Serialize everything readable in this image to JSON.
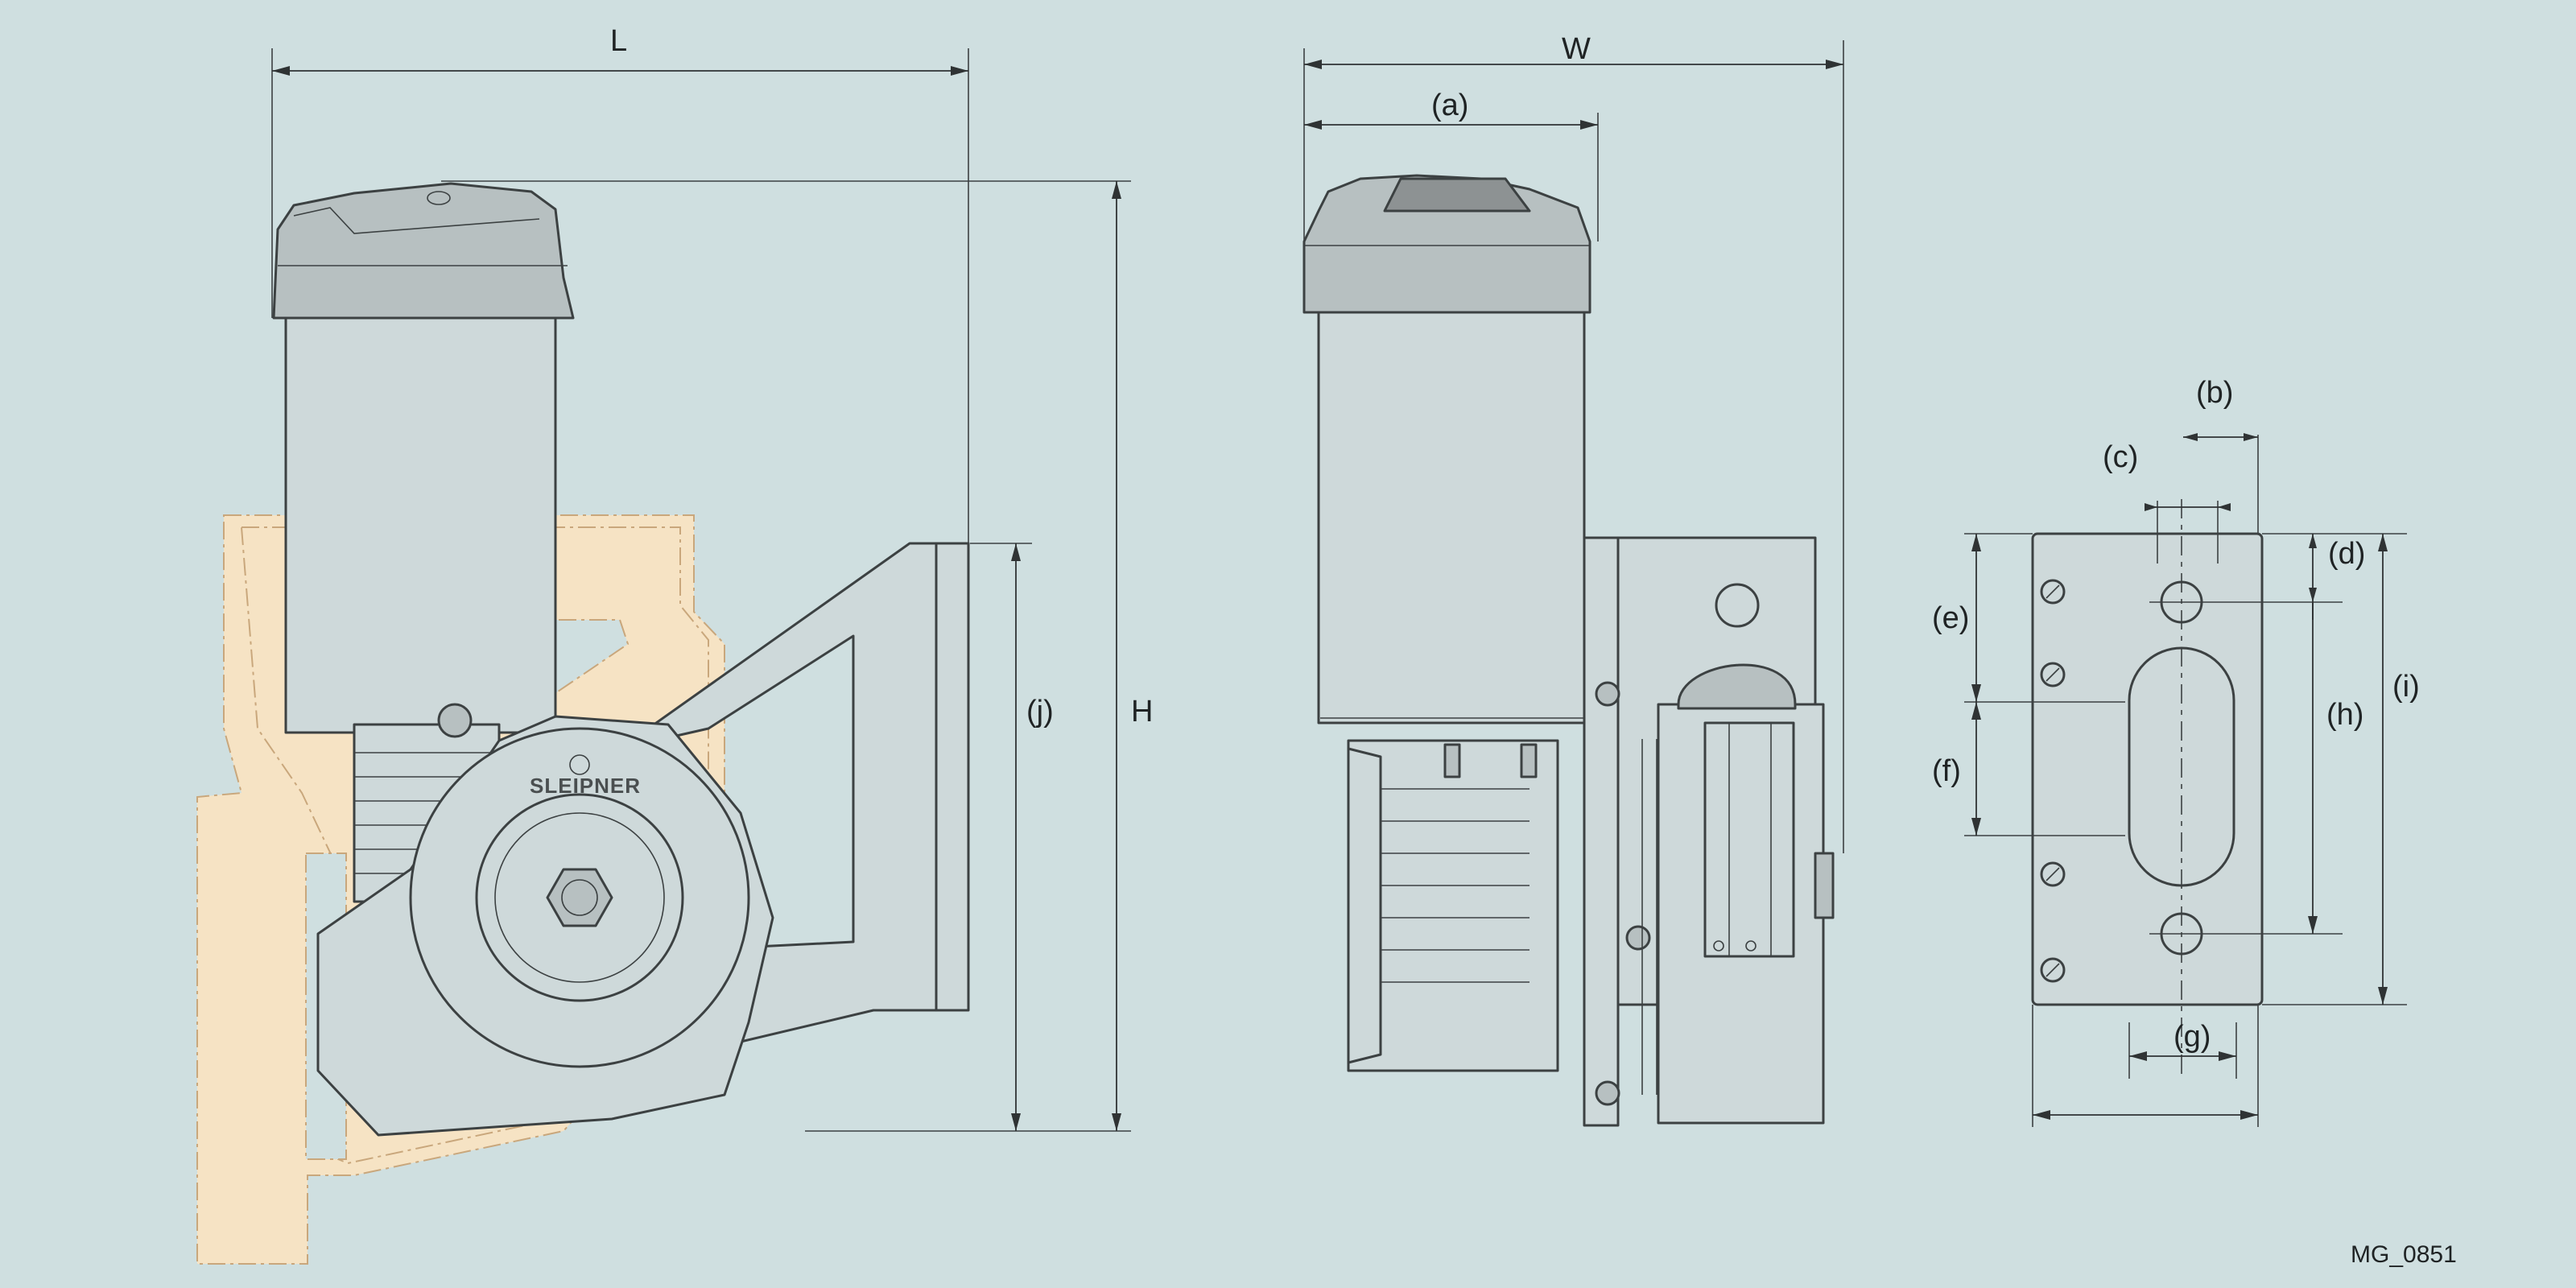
{
  "drawing": {
    "reference": "MG_0851",
    "brand_mark": "SLEIPNER",
    "dimensions": {
      "L": "L",
      "W": "W",
      "H": "H",
      "a": "(a)",
      "b": "(b)",
      "c": "(c)",
      "d": "(d)",
      "e": "(e)",
      "f": "(f)",
      "g": "(g)",
      "h": "(h)",
      "i": "(i)",
      "j": "(j)"
    },
    "colors": {
      "background": "#cfdfe0",
      "mounting_bracket": "#f6e3c4",
      "line": "#3c4142"
    }
  }
}
